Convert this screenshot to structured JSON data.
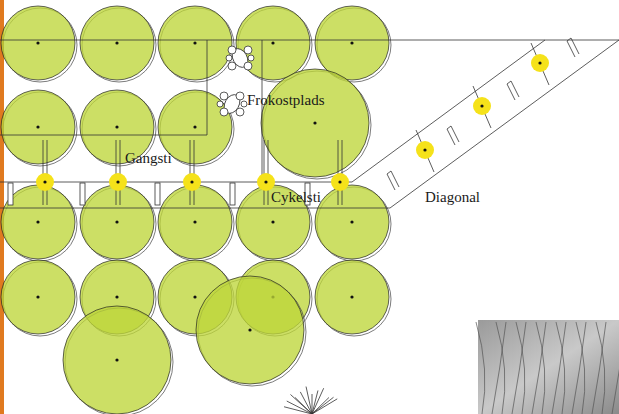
{
  "diagram": {
    "labels": [
      "Frokostplads",
      "Gangsti",
      "Cykelsti",
      "Diagonal"
    ]
  }
}
